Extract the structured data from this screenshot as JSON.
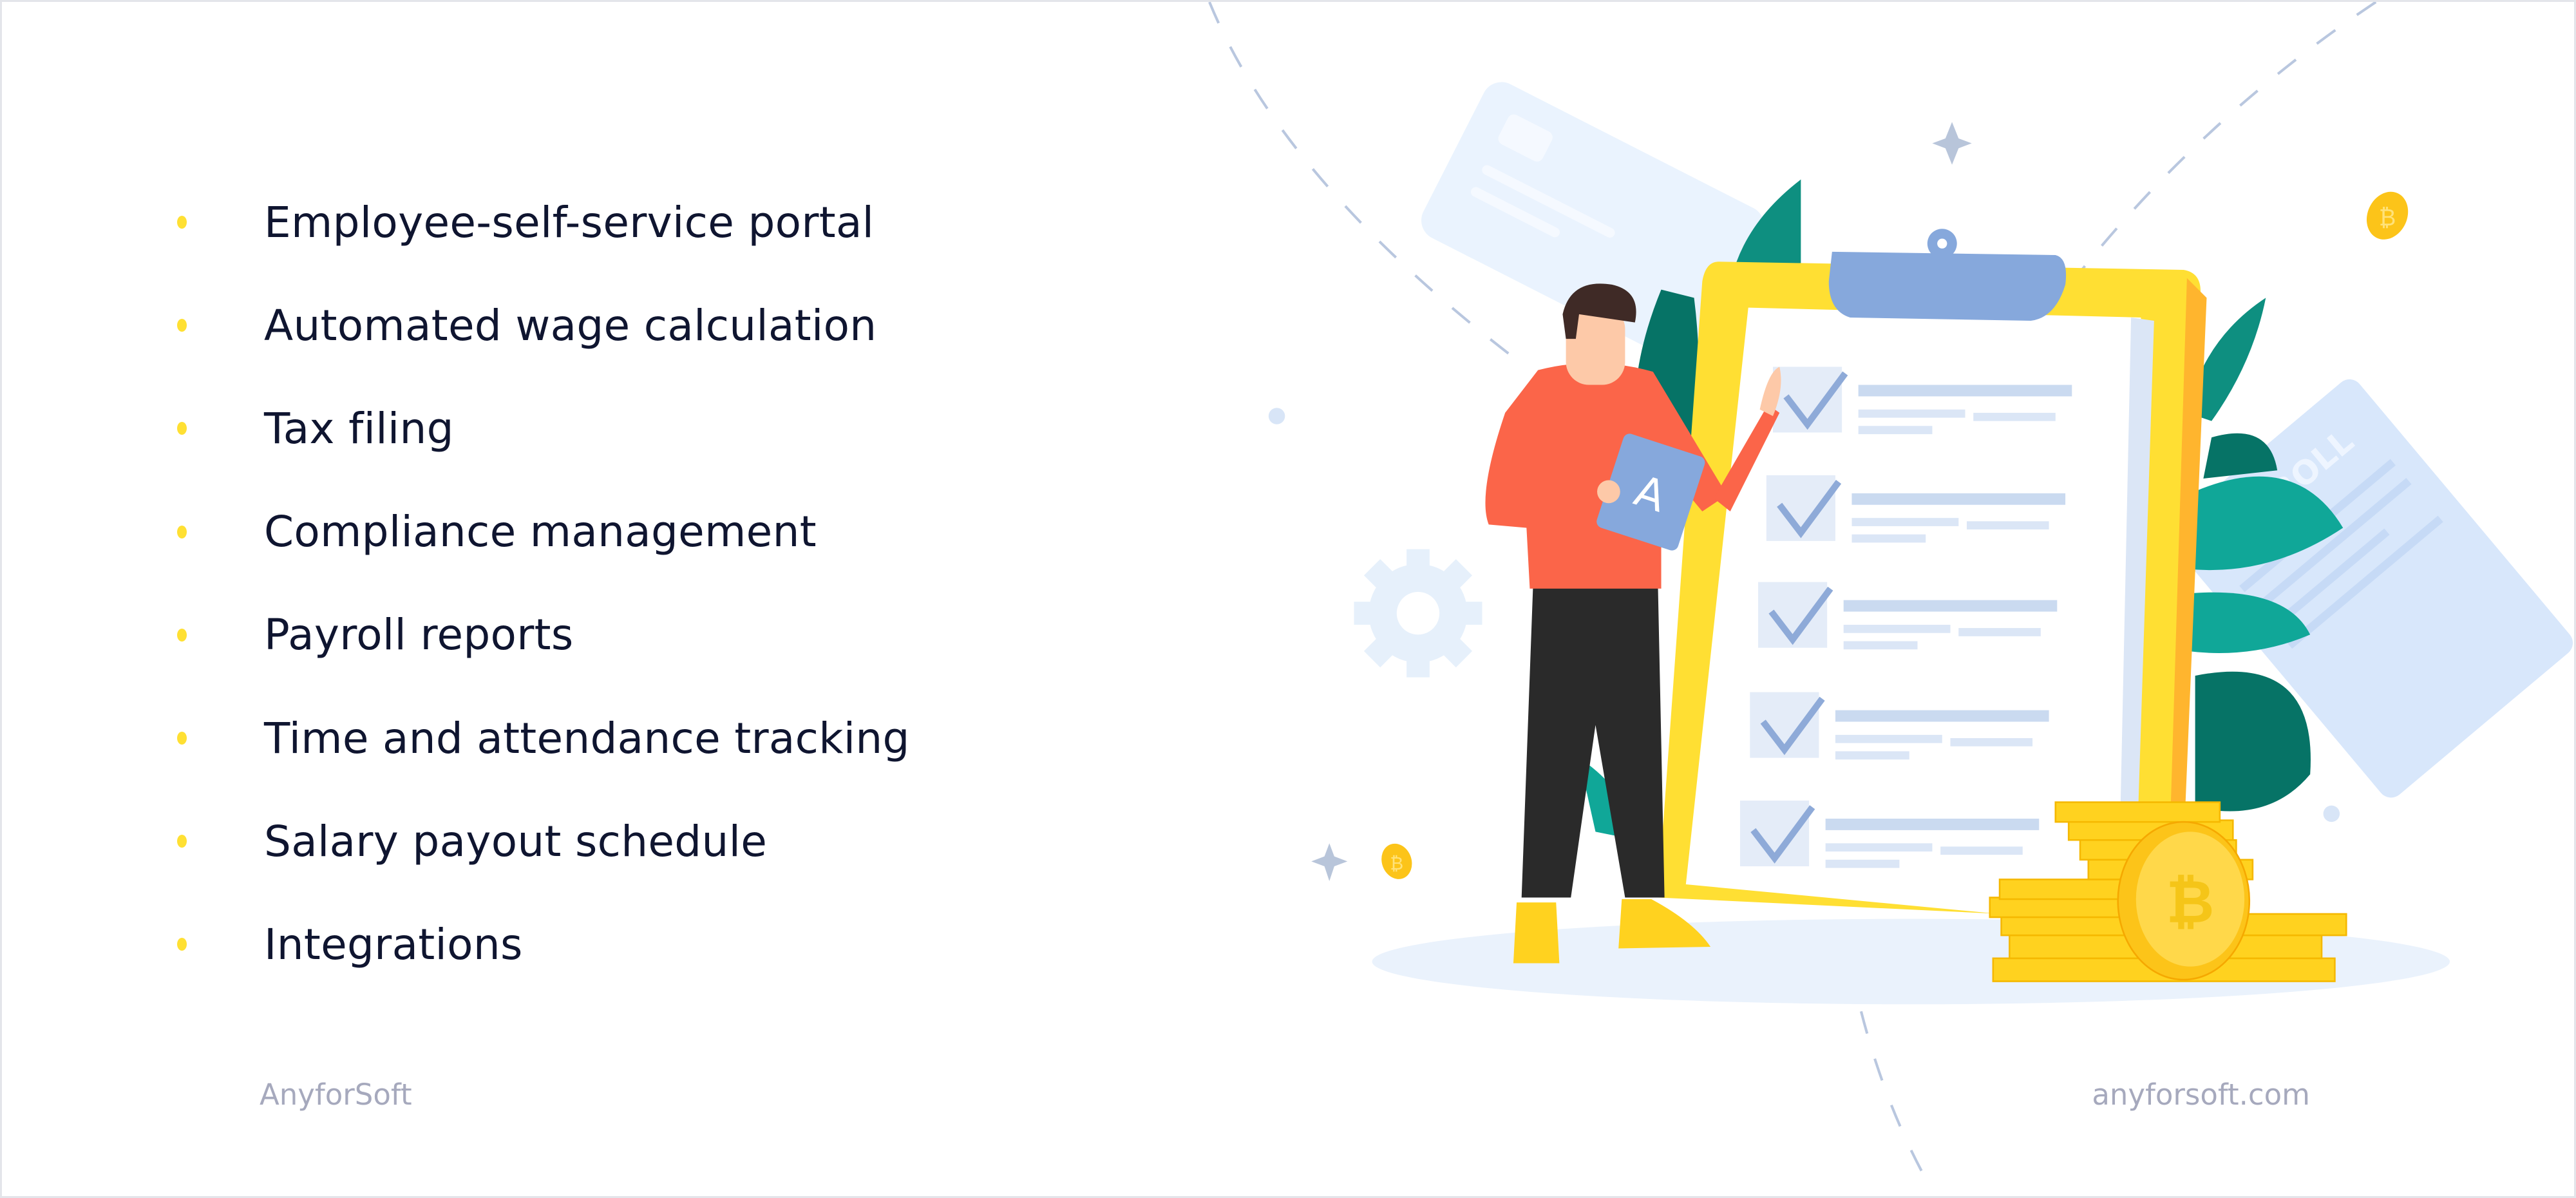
{
  "features": [
    {
      "label": "Employee-self-service portal"
    },
    {
      "label": "Automated wage calculation"
    },
    {
      "label": "Tax filing"
    },
    {
      "label": "Compliance management"
    },
    {
      "label": "Payroll reports"
    },
    {
      "label": "Time and attendance tracking"
    },
    {
      "label": "Salary payout schedule"
    },
    {
      "label": "Integrations"
    }
  ],
  "footer": {
    "brand": "AnyforSoft",
    "url": "anyforsoft.com"
  },
  "illustration": {
    "document_label": "PAYROLL",
    "coin_symbol": "₿",
    "icons": [
      "clipboard-checklist",
      "person",
      "bitcoin-coins",
      "gear",
      "payroll-document",
      "card",
      "leaves",
      "stars"
    ]
  },
  "colors": {
    "text": "#0f1530",
    "bullet": "#ffe033",
    "footer": "#a6a9bd",
    "clipboard": "#ffdf33",
    "clip": "#86a8dc",
    "shirt": "#fb6549",
    "leaf": "#0e8f80"
  }
}
